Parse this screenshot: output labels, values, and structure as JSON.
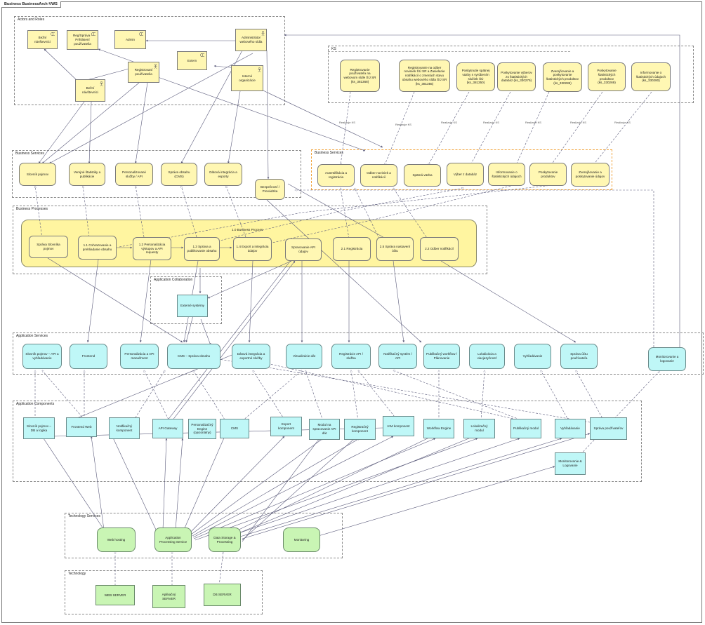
{
  "diagram_title": "Business BusinessArch-VWS",
  "groups": {
    "actors_roles": "Actors and Roles",
    "ks": "KS",
    "business_services_left": "Business Services",
    "business_services_right": "Business Services",
    "business_processes": "Business Processes",
    "application_collaboration": "Application Collaboration",
    "application_services": "Application Services",
    "application_components": "Application Components",
    "technology_services": "Technology Services",
    "technology": "Technology"
  },
  "actors": {
    "bezni_roles": "Bežní návštevníci",
    "reg_sprava": "Reg/Správa - Prihlásení používatelia",
    "admin": "Admin",
    "administrator": "Administrátor webového sídla",
    "registrovani": "Registrovaní používatelia",
    "extern": "Extern",
    "bezni": "Bežní návštevníci",
    "interne": "Interné organizácie"
  },
  "ks_items": [
    "Registrovanie používateľa na webovom sídle ŠÚ SR (ks_381368)",
    "Registrovanie na odber noviniek ŠÚ SR a Zasielanie notifikácií o zmenách stavu obsahu webového sídla ŠÚ SR (ks_381355)",
    "Poskytnutie spätnej väzby s vyrúbením služieb ŠÚ (ks_381350)",
    "Poskytovanie výberov zo štatistických databáz (ks_330279)",
    "Zverejňovanie a poskytovanie štatistických produktov (ks_330285)",
    "Poskytovanie štatistických produktov (ks_330269)",
    "Informovanie o štatistických údajoch (ks_330280)"
  ],
  "realizes_label": "Realizuje KS",
  "business_services": {
    "slovnik": "Slovník pojmov",
    "verejne": "Verejné štatistiky a publikácie",
    "personal": "Personalizované služby / API",
    "sprava_obsahu": "Správa obsahu (CMS)",
    "datova": "Dátová integrácia a exporty",
    "bezpecnost": "Bezpečnosť / Prevádzka",
    "autent": "Autentifikácia a registrácia",
    "odber": "Odber noviniek a notifikácií",
    "spatna": "Spätná väzba",
    "vyber": "Výber z databáz",
    "informovanie": "Informovanie o štatistických údajoch",
    "poskytovanie": "Poskytovanie produktov",
    "zverejnovanie": "Zverejňovanie a poskytovanie údajov"
  },
  "process_container": "1.0 Business Process",
  "processes": {
    "sprava_slovnika": "Správa Slovníka pojmov",
    "p11": "1.1 Cohrazovanie a prehliadanie obsahu",
    "p12": "1.2 Personalizácia výstupov a API requesty",
    "p13": "1.3 Správa a publikovanie obsahu",
    "p14": "1.4 Export a integrácia údajov",
    "sprava_api": "Spravovanie API údajov",
    "p21": "2.1 Registrácia",
    "p25": "2.5 Správa nastavení účtu",
    "p22": "2.2 Odber notifikácií"
  },
  "collaboration": {
    "externe": "Externé systémy"
  },
  "app_services": {
    "slovnik_api": "Slovník pojmov – API a vyhľadávanie",
    "frontend": "Frontend",
    "personal_api": "Personalizácia a API manažment",
    "cms_svc": "CMS – Správa obsahu",
    "datova_int": "Dátová integrácia a exportné služby",
    "vizual": "Vizualizácie dát",
    "registracie": "Registrácie API / služba",
    "notifik": "Notifikačný systém / API",
    "publik_wf": "Publikačný workflow / Plánovanie",
    "lokal": "Lokalizácia a viacjazyčnosť",
    "vyhladavanie": "Vyhľadávanie",
    "sprava_uctu": "Správa účtu používateľa",
    "monitor_svc": "Monitorovanie a logovanie"
  },
  "app_components": {
    "slovnik_db": "Slovník pojmov – DB a logika",
    "frontend_web": "Frontend Web",
    "notif_komp": "Notifikačný komponent",
    "api_gw": "API Gateway",
    "personal_engine": "Personalizačný Engine (opcionálny)",
    "cms": "CMS",
    "export_komp": "Export komponent",
    "modul_api": "Modul na spracovanie API dát",
    "registr_komp": "Registračný komponent",
    "iam": "IAM komponent",
    "workflow": "Workflow Engine",
    "lokal_modul": "Lokalizačný modul",
    "publik_modul": "Publikačný modul",
    "vyhlad_comp": "Vyhľadávanie",
    "sprava_pouz": "Správa používateľov",
    "monitor_comp": "Monitorovanie & Logovanie"
  },
  "tech_services": {
    "web_hosting": "Web hosting",
    "app_proc": "Application Processing Service",
    "data_storage": "Data Storage & Processing",
    "monitoring": "Monitoring"
  },
  "tech_nodes": {
    "web_server": "WEB SERVER",
    "app_server": "Aplikačný SERVER",
    "db_server": "DB SERVER"
  },
  "colors": {
    "business": "#fff7b3",
    "application": "#bff7f7",
    "technology": "#c9f5b4",
    "process_container": "#fff5a0",
    "wire": "#5a5a7a"
  }
}
